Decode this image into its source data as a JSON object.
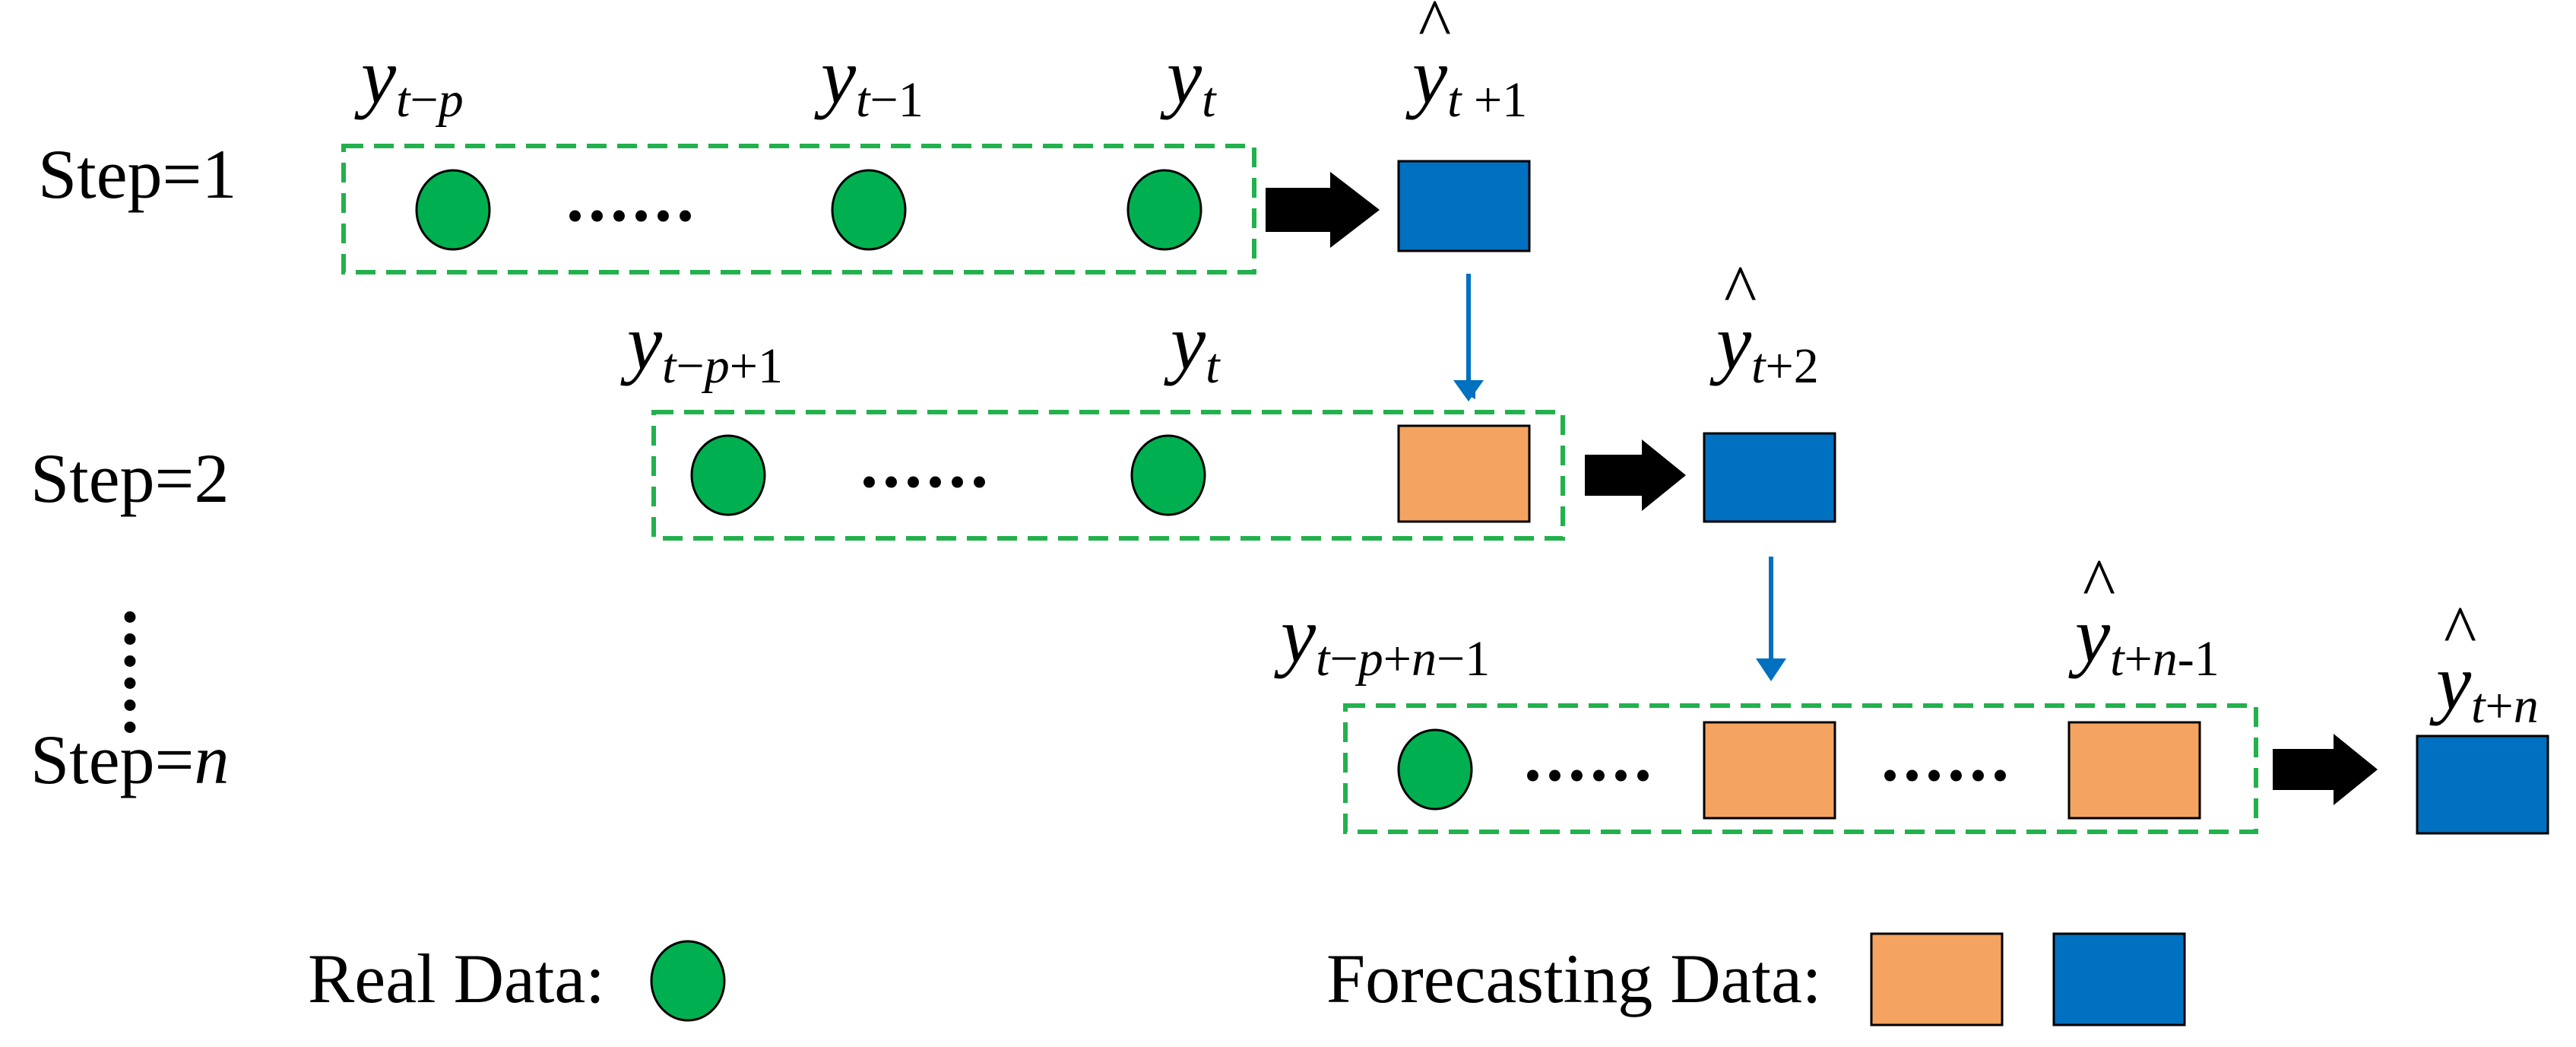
{
  "colors": {
    "real": "#00b050",
    "forecast_input": "#f4a460",
    "forecast_output": "#0070c0",
    "window_border": "#22b14c",
    "feedback_arrow": "#0070c0",
    "step_arrow": "#000000"
  },
  "steps": {
    "step1": {
      "label_prefix": "Step=",
      "label_value": "1"
    },
    "step2": {
      "label_prefix": "Step=",
      "label_value": "2"
    },
    "stepn": {
      "label_prefix": "Step=",
      "label_value": "n"
    }
  },
  "symbols": {
    "y": "y",
    "hat": "^",
    "ellipsis": "......"
  },
  "subscripts": {
    "row1_first": [
      {
        "t": "t",
        "i": true
      },
      {
        "t": "−",
        "i": false
      },
      {
        "t": "p",
        "i": true
      }
    ],
    "row1_mid": [
      {
        "t": "t",
        "i": true
      },
      {
        "t": "−1",
        "i": false
      }
    ],
    "row1_last": [
      {
        "t": "t",
        "i": true
      }
    ],
    "row1_out": [
      {
        "t": "t",
        "i": true
      },
      {
        "t": " +1",
        "i": false
      }
    ],
    "row2_first": [
      {
        "t": "t",
        "i": true
      },
      {
        "t": "−",
        "i": false
      },
      {
        "t": "p",
        "i": true
      },
      {
        "t": "+1",
        "i": false
      }
    ],
    "row2_last": [
      {
        "t": "t",
        "i": true
      }
    ],
    "row2_out": [
      {
        "t": "t",
        "i": true
      },
      {
        "t": "+2",
        "i": false
      }
    ],
    "row3_first": [
      {
        "t": "t",
        "i": true
      },
      {
        "t": "−",
        "i": false
      },
      {
        "t": "p",
        "i": true
      },
      {
        "t": "+",
        "i": false
      },
      {
        "t": "n",
        "i": true
      },
      {
        "t": "−1",
        "i": false
      }
    ],
    "row3_mid": [
      {
        "t": "t",
        "i": true
      },
      {
        "t": "+",
        "i": false
      },
      {
        "t": "n",
        "i": true
      },
      {
        "t": "-1",
        "i": false
      }
    ],
    "row3_out": [
      {
        "t": "t",
        "i": true
      },
      {
        "t": "+",
        "i": false
      },
      {
        "t": "n",
        "i": true
      }
    ]
  },
  "legend": {
    "real_label": "Real Data:",
    "forecast_label": "Forecasting Data:"
  }
}
